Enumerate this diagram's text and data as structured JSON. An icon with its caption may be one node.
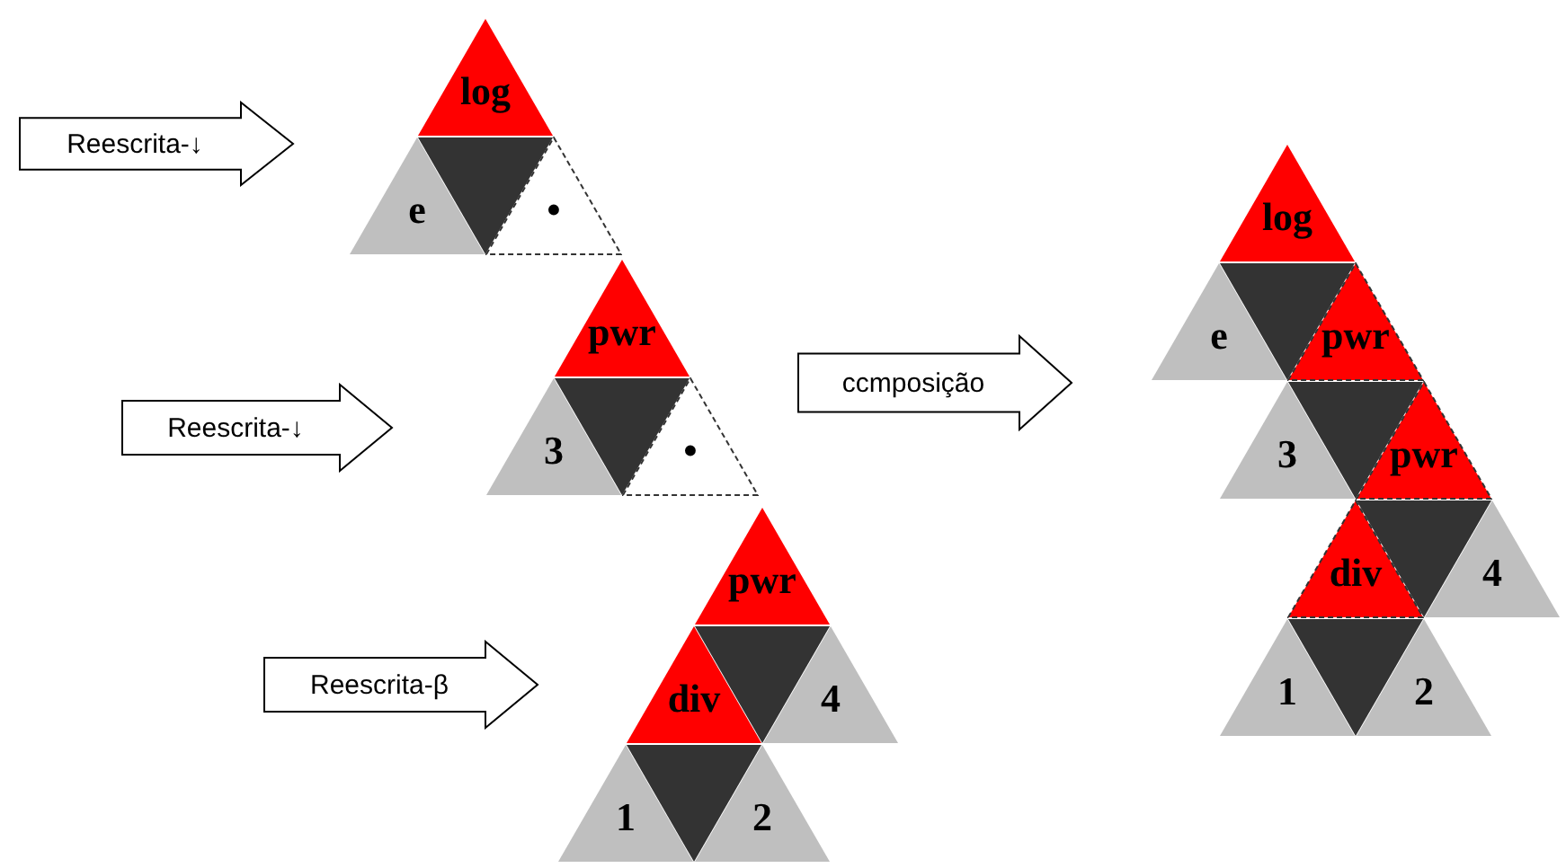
{
  "diagram": {
    "nodes": [
      {
        "text": [
          "Reescrita-↓"
        ]
      },
      {
        "text": [
          "log"
        ]
      },
      {
        "text": [
          "e"
        ]
      },
      {
        "text": [],
        "shape": "triangle"
      },
      {
        "text": [
          "•"
        ]
      },
      {
        "text": [
          "Reescrita-↓"
        ]
      },
      {
        "text": [
          "pwr"
        ]
      },
      {
        "text": [
          "3"
        ]
      },
      {
        "text": [],
        "shape": "triangle"
      },
      {
        "text": [
          "•"
        ]
      },
      {
        "text": [
          "ccmposição"
        ]
      },
      {
        "text": [
          "log"
        ]
      },
      {
        "text": [
          "e"
        ]
      },
      {
        "text": [],
        "shape": "triangle"
      },
      {
        "text": [
          "pwr"
        ]
      },
      {
        "text": [
          "3"
        ]
      },
      {
        "text": [],
        "shape": "triangle"
      },
      {
        "text": [
          "pwr"
        ]
      },
      {
        "text": [
          "Reescrita-β"
        ]
      },
      {
        "text": [
          "pwr"
        ]
      },
      {
        "text": [
          "div"
        ]
      },
      {
        "text": [],
        "shape": "triangle"
      },
      {
        "text": [
          "4"
        ]
      },
      {
        "text": [
          "1"
        ]
      },
      {
        "text": [],
        "shape": "triangle"
      },
      {
        "text": [
          "2"
        ]
      },
      {
        "text": [
          "div"
        ]
      },
      {
        "text": [],
        "shape": "triangle"
      },
      {
        "text": [
          "4"
        ]
      },
      {
        "text": [
          "1"
        ]
      },
      {
        "text": [],
        "shape": "triangle"
      },
      {
        "text": [
          "2"
        ]
      }
    ],
    "edges": []
  }
}
